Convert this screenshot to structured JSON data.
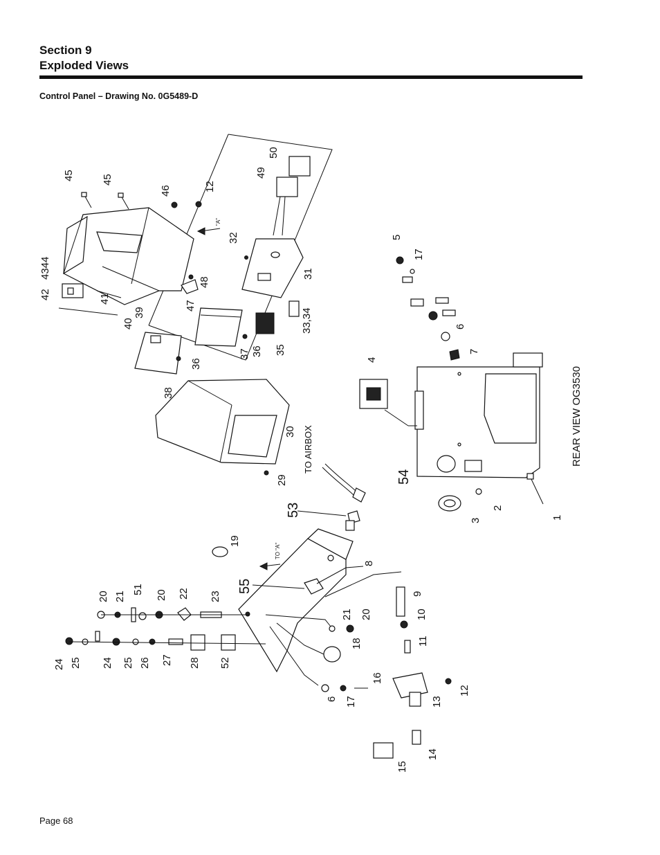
{
  "header": {
    "section": "Section 9",
    "title": "Exploded Views"
  },
  "caption": {
    "prefix": "Control Panel – Drawing No. ",
    "drawing_no": "0G5489-D"
  },
  "footer": {
    "page": "Page 68"
  },
  "annotations": {
    "rear_view": "REAR VIEW OG3530",
    "to_airbox": "TO AIRBOX",
    "to_a": "TO \"A\"",
    "view_a": "\"A\""
  },
  "labels": [
    "45",
    "45",
    "46",
    "12",
    "50",
    "49",
    "32",
    "31",
    "4344",
    "42",
    "41",
    "40",
    "39",
    "47",
    "48",
    "37",
    "36",
    "35",
    "33,34",
    "38",
    "36",
    "30",
    "29",
    "5",
    "17",
    "6",
    "7",
    "4",
    "53",
    "54",
    "19",
    "55",
    "8",
    "9",
    "10",
    "11",
    "12",
    "13",
    "14",
    "15",
    "16",
    "17",
    "6",
    "18",
    "21",
    "20",
    "20",
    "21",
    "51",
    "20",
    "22",
    "23",
    "24",
    "25",
    "24",
    "25",
    "26",
    "27",
    "28",
    "52",
    "1",
    "2",
    "3"
  ]
}
